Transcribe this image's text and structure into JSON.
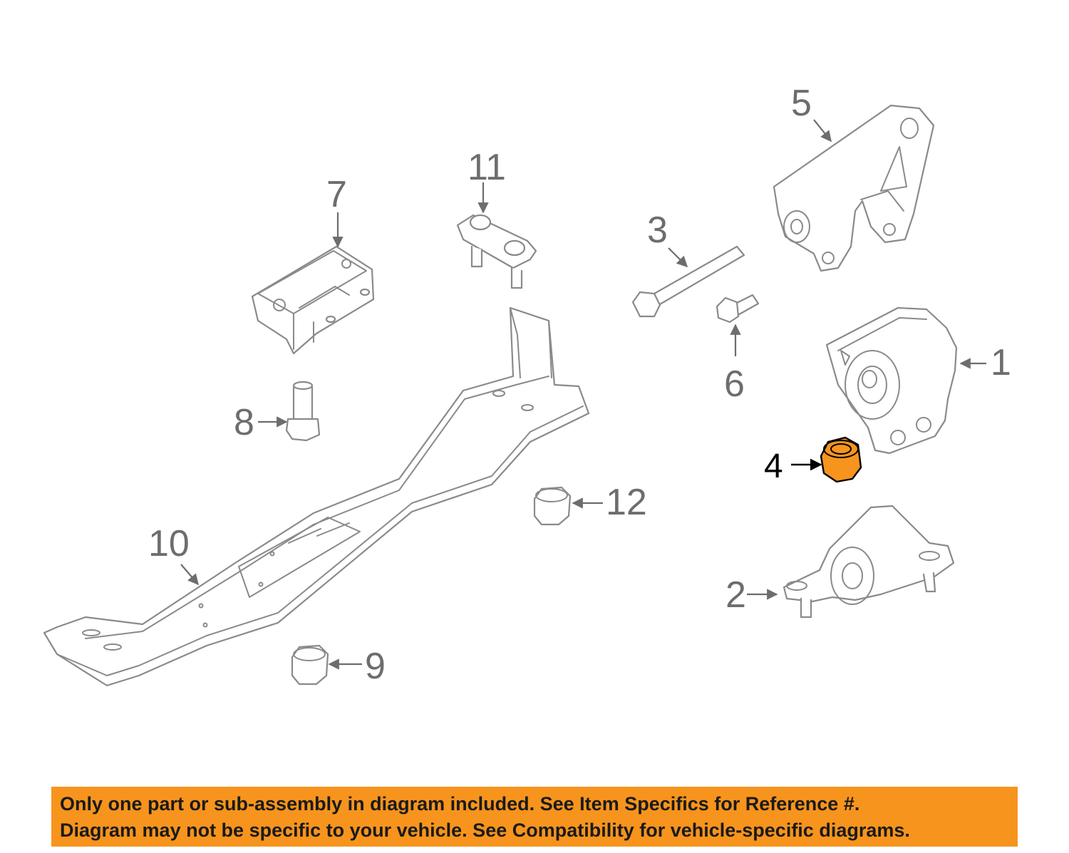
{
  "callouts": [
    {
      "id": "1",
      "label": "1",
      "highlighted": false
    },
    {
      "id": "2",
      "label": "2",
      "highlighted": false
    },
    {
      "id": "3",
      "label": "3",
      "highlighted": false
    },
    {
      "id": "4",
      "label": "4",
      "highlighted": true
    },
    {
      "id": "5",
      "label": "5",
      "highlighted": false
    },
    {
      "id": "6",
      "label": "6",
      "highlighted": false
    },
    {
      "id": "7",
      "label": "7",
      "highlighted": false
    },
    {
      "id": "8",
      "label": "8",
      "highlighted": false
    },
    {
      "id": "9",
      "label": "9",
      "highlighted": false
    },
    {
      "id": "10",
      "label": "10",
      "highlighted": false
    },
    {
      "id": "11",
      "label": "11",
      "highlighted": false
    },
    {
      "id": "12",
      "label": "12",
      "highlighted": false
    }
  ],
  "disclaimer": {
    "line1": "Only one part or sub-assembly in diagram included. See Item Specifics for Reference #.",
    "line2": "Diagram may not be specific to your vehicle. See Compatibility for vehicle-specific diagrams."
  },
  "colors": {
    "highlight": "#f7941d",
    "line_art": "#8a8a8a",
    "callout_text": "#6d6d6d",
    "banner": "#f7941d"
  }
}
